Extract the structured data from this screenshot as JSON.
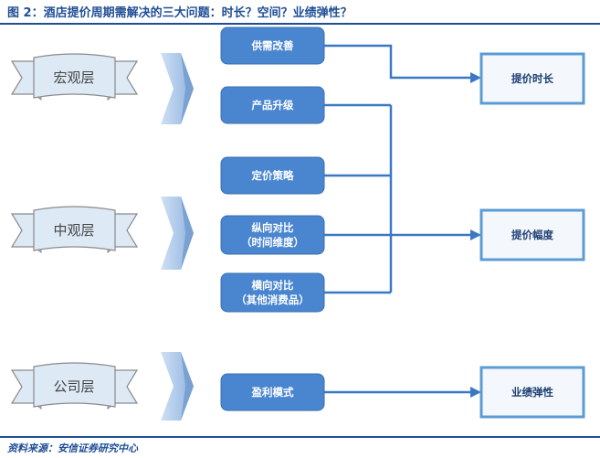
{
  "header": {
    "title": "图 2：酒店提价周期需解决的三大问题：时长？空间？业绩弹性？"
  },
  "layers": [
    {
      "label": "宏观层"
    },
    {
      "label": "中观层"
    },
    {
      "label": "公司层"
    }
  ],
  "factors": [
    {
      "lines": [
        "供需改善"
      ]
    },
    {
      "lines": [
        "产品升级"
      ]
    },
    {
      "lines": [
        "定价策略"
      ]
    },
    {
      "lines": [
        "纵向对比",
        "（时间维度）"
      ]
    },
    {
      "lines": [
        "横向对比",
        "（其他消费品）"
      ]
    },
    {
      "lines": [
        "盈利模式"
      ]
    }
  ],
  "outcomes": [
    {
      "label": "提价时长"
    },
    {
      "label": "提价幅度"
    },
    {
      "label": "业绩弹性"
    }
  ],
  "footer": {
    "source": "资料来源：安信证券研究中心"
  },
  "colors": {
    "brand_blue": "#1f4e96",
    "box_fill": "#4a86cf",
    "connector": "#3a78c4",
    "outcome_border": "#5b9bd5",
    "outcome_fill": "#f4f8fc",
    "ribbon_fill": "#ddeaf5",
    "chevron_fill": "#a9c7ea"
  }
}
